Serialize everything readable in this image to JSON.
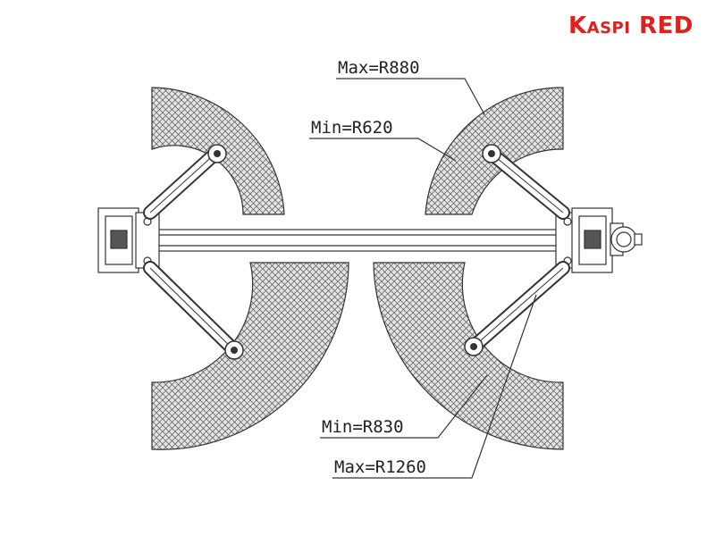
{
  "brand": {
    "name": "Kaspi",
    "suffix": "RED",
    "color": "#e0201c"
  },
  "labels": {
    "front_max": "Max=R880",
    "front_min": "Min=R620",
    "rear_min": "Min=R830",
    "rear_max": "Max=R1260"
  }
}
